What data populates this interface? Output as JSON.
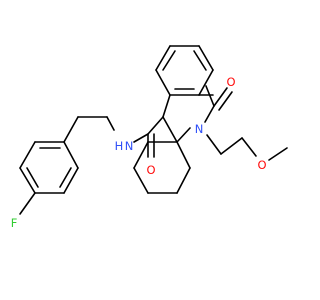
{
  "molecule": {
    "atoms": {
      "fluorine": "F",
      "amide_nitrogen_hydrogen": "H",
      "amide_nitrogen": "N",
      "carbonyl_oxygen_amide": "O",
      "lactam_nitrogen": "N",
      "lactam_carbonyl_oxygen": "O",
      "ether_oxygen": "O"
    },
    "colors": {
      "bond": "#000000",
      "fluorine": "#33cc33",
      "nitrogen": "#3050f8",
      "oxygen": "#ff0d0d",
      "carbon_text": "#000000"
    }
  }
}
